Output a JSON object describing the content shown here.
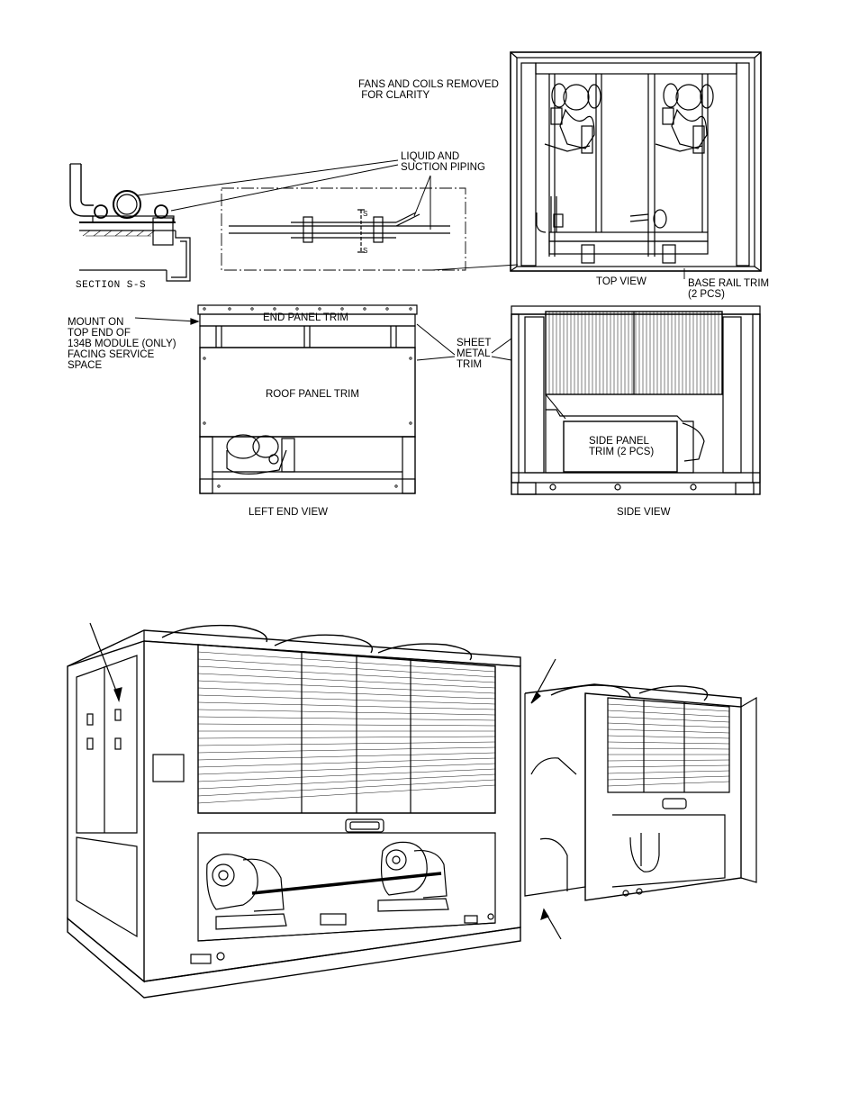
{
  "labels": {
    "fans_coils_removed": "FANS AND COILS REMOVED\n FOR CLARITY",
    "liquid_suction": "LIQUID AND\nSUCTION PIPING",
    "section": "SECTION S-S",
    "mount_on": "MOUNT ON\nTOP END OF\n134B MODULE (ONLY)\nFACING SERVICE\nSPACE",
    "end_panel_trim": "END PANEL TRIM",
    "roof_panel_trim": "ROOF PANEL TRIM",
    "sheet_metal_trim": "SHEET\nMETAL\nTRIM",
    "side_panel_trim": "SIDE PANEL\nTRIM (2 PCS)",
    "top_view": "TOP VIEW",
    "base_rail_trim": "BASE RAIL TRIM\n(2 PCS)",
    "left_end_view": "LEFT END VIEW",
    "side_view": "SIDE VIEW",
    "section_mark": "S"
  }
}
